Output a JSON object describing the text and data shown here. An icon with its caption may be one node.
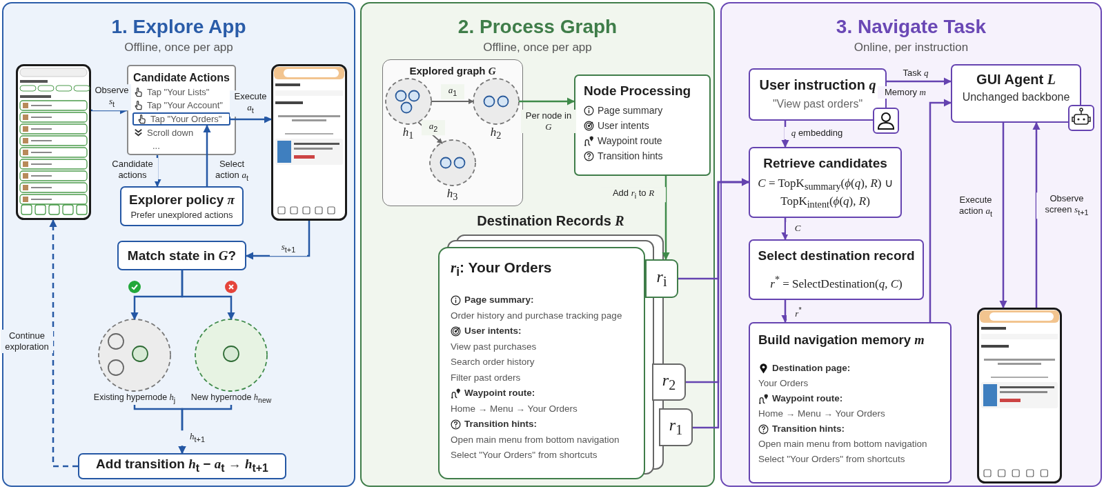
{
  "diagram": {
    "nodes": [
      {
        "text": [
          "1. Explore App",
          "Offline, once per app"
        ]
      },
      {
        "text": [
          "2. Process Graph",
          "Offline, once per app"
        ]
      },
      {
        "text": [
          "3. Navigate Task",
          "Online, per instruction"
        ]
      },
      {
        "text": [],
        "shape": "picture",
        "in": 0
      },
      {
        "text": [
          "Candidate Actions",
          "Tap \"Your Lists\"",
          "Tap \"Your Account\"",
          "Scroll down",
          "..."
        ],
        "in": 0
      },
      {
        "text": [
          "Tap \"Your Orders\""
        ],
        "in": 4
      },
      {
        "text": [],
        "shape": "picture",
        "in": 0
      },
      {
        "text": [
          "Explorer policy *π*",
          "Prefer unexplored actions"
        ],
        "in": 0
      },
      {
        "text": [
          "Match state in *G*?"
        ],
        "in": 0
      },
      {
        "text": [],
        "shape": "circle",
        "beside": [
          "Existing hypernode *h*$_{j}$"
        ],
        "in": 0
      },
      {
        "text": [],
        "shape": "circle",
        "beside": [
          "New hypernode *h*$_{new}$"
        ],
        "in": 0
      },
      {
        "text": [
          "Add transition *h*$_{t}$ − *a*$_{t}$ → *h*$_{t+1}$"
        ],
        "in": 0
      },
      {
        "text": [
          "Explored graph *G*"
        ],
        "in": 1
      },
      {
        "text": [],
        "shape": "circle",
        "beside": [
          "*h*$_{1}$"
        ],
        "in": 12
      },
      {
        "text": [],
        "shape": "circle",
        "beside": [
          "*h*$_{2}$"
        ],
        "in": 12
      },
      {
        "text": [],
        "shape": "circle",
        "beside": [
          "*h*$_{3}$"
        ],
        "in": 12
      },
      {
        "text": [
          "Node Processing",
          "Page summary",
          "User intents",
          "Waypoint route",
          "Transition hints"
        ],
        "in": 1
      },
      {
        "text": [
          "*r*$_{i}$: Your Orders",
          "Page summary:",
          "Order history and purchase tracking page",
          "User intents:",
          "View past purchases",
          "Search order history",
          "Filter past orders",
          "Waypoint route:",
          "Home → Menu → Your Orders",
          "Transition hints:",
          "Open main menu from bottom navigation",
          "Select \"Your Orders\" from shortcuts"
        ],
        "in": 1
      },
      {
        "text": [
          "*r*$_{i}$"
        ],
        "in": 1
      },
      {
        "text": [
          "*r*$_{2}$"
        ],
        "in": 1
      },
      {
        "text": [
          "*r*$_{1}$"
        ],
        "in": 1
      },
      {
        "text": [
          "User instruction *q*",
          "\"View past orders\""
        ],
        "in": 2
      },
      {
        "text": [
          "GUI Agent *L*",
          "Unchanged backbone"
        ],
        "in": 2
      },
      {
        "text": [
          "Retrieve candidates",
          "*C* = TopK$_{summary}$(*ϕ*(*q*), *R*) ∪ TopK$_{intent}$(*ϕ*(*q*), *R*)"
        ],
        "in": 2
      },
      {
        "text": [
          "Select destination record",
          "*r*$^{*}$ = SelectDestination(*q*, *C*)"
        ],
        "in": 2
      },
      {
        "text": [
          "Build navigation memory *m*",
          "Destination page:",
          "Your Orders",
          "Waypoint route:",
          "Home → Menu → Your Orders",
          "Transition hints:",
          "Open main menu from bottom navigation",
          "Select \"Your Orders\" from shortcuts"
        ],
        "in": 2
      },
      {
        "text": [],
        "shape": "picture",
        "in": 2
      }
    ],
    "edges": [
      {
        "from": 3,
        "to": 4,
        "arrow": "to",
        "label": "Observe *s*$_{t}$",
        "color": "#2457a4"
      },
      {
        "from": 5,
        "to": 6,
        "arrow": "to",
        "label": "Execute *a*$_{t}$",
        "color": "#2457a4"
      },
      {
        "from": 4,
        "to": 7,
        "arrow": "to",
        "label": "Candidate actions",
        "color": "#2457a4"
      },
      {
        "from": 7,
        "to": 5,
        "arrow": "to",
        "label": "Select action *a*$_{t}$",
        "color": "#2457a4"
      },
      {
        "from": 6,
        "to": 8,
        "arrow": "to",
        "label": "*s*$_{t+1}$",
        "color": "#2457a4"
      },
      {
        "from": 8,
        "to": 9,
        "arrow": "to",
        "color": "#2457a4"
      },
      {
        "from": 8,
        "to": 10,
        "arrow": "to",
        "color": "#2457a4"
      },
      {
        "from": 9,
        "to": 11,
        "arrow": "to",
        "label": "*h*$_{t+1}$",
        "color": "#2457a4"
      },
      {
        "from": 10,
        "to": 11,
        "arrow": "to",
        "color": "#2457a4"
      },
      {
        "from": 11,
        "to": 3,
        "arrow": "to",
        "label": "Continue exploration",
        "style": "dashed",
        "color": "#2457a4"
      },
      {
        "from": 13,
        "to": 14,
        "arrow": "to",
        "label": "*a*$_{1}$",
        "color": "#666666"
      },
      {
        "from": 13,
        "to": 15,
        "arrow": "to",
        "label": "*a*$_{2}$",
        "color": "#666666"
      },
      {
        "from": 14,
        "to": 16,
        "arrow": "to",
        "label": "Per node in *G*",
        "color": "#3f8a4a"
      },
      {
        "from": 16,
        "to": 18,
        "arrow": "to",
        "label": "Add *r*$_{i}$ to *R*",
        "color": "#3f8a4a"
      },
      {
        "from": 18,
        "to": 23,
        "arrow": "to",
        "color": "#6543b0"
      },
      {
        "from": 19,
        "to": 23,
        "arrow": "to",
        "color": "#6543b0"
      },
      {
        "from": 20,
        "to": 23,
        "arrow": "to",
        "color": "#6543b0"
      },
      {
        "from": 21,
        "to": 22,
        "arrow": "to",
        "label": "Task *q*",
        "color": "#6543b0"
      },
      {
        "from": 25,
        "to": 22,
        "arrow": "to",
        "label": "Memory *m*",
        "color": "#6543b0"
      },
      {
        "from": 21,
        "to": 23,
        "arrow": "to",
        "label": "*q* embedding",
        "color": "#6543b0"
      },
      {
        "from": 23,
        "to": 24,
        "arrow": "to",
        "label": "*C*",
        "color": "#6543b0"
      },
      {
        "from": 24,
        "to": 25,
        "arrow": "to",
        "label": "*r*$^{*}$",
        "color": "#6543b0"
      },
      {
        "from": 22,
        "to": 26,
        "arrow": "to",
        "label": "Execute action *a*$_{t}$",
        "color": "#6543b0"
      },
      {
        "from": 26,
        "to": 22,
        "arrow": "to",
        "label": "Observe screen *s*$_{t+1}$",
        "color": "#6543b0"
      }
    ],
    "labels": [
      "Destination Records *R*"
    ]
  }
}
